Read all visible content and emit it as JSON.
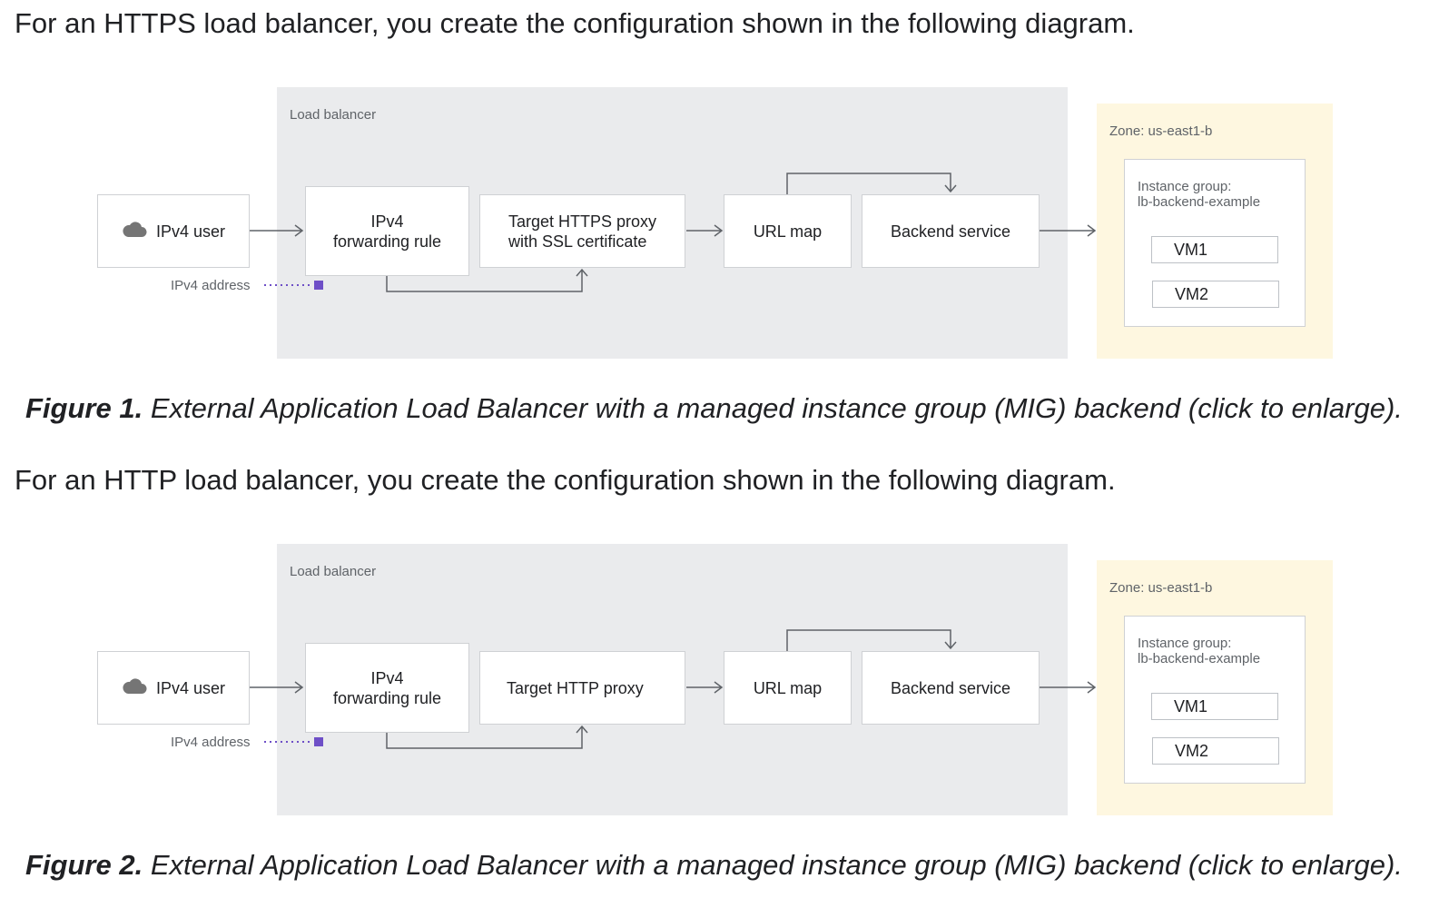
{
  "figures": [
    {
      "intro": "For an HTTPS load balancer, you create the configuration shown in the following diagram.",
      "load_balancer_label": "Load balancer",
      "zone_label": "Zone: us-east1-b",
      "user_label": "IPv4 user",
      "user_icon": "cloud-icon",
      "ip_address_label": "IPv4 address",
      "forwarding_rule_label": "IPv4\nforwarding rule",
      "proxy_label": "Target HTTPS proxy\nwith SSL certificate",
      "url_map_label": "URL map",
      "backend_service_label": "Backend service",
      "instance_group_label": "Instance group:\nlb-backend-example",
      "vms": [
        "VM1",
        "VM2"
      ],
      "caption_label": "Figure 1.",
      "caption_text": " External Application Load Balancer with a managed instance group (MIG) backend (click to enlarge)."
    },
    {
      "intro": "For an HTTP load balancer, you create the configuration shown in the following diagram.",
      "load_balancer_label": "Load balancer",
      "zone_label": "Zone: us-east1-b",
      "user_label": "IPv4 user",
      "user_icon": "cloud-icon",
      "ip_address_label": "IPv4 address",
      "forwarding_rule_label": "IPv4\nforwarding rule",
      "proxy_label": "Target HTTP proxy",
      "url_map_label": "URL map",
      "backend_service_label": "Backend service",
      "instance_group_label": "Instance group:\nlb-backend-example",
      "vms": [
        "VM1",
        "VM2"
      ],
      "caption_label": "Figure 2.",
      "caption_text": " External Application Load Balancer with a managed instance group (MIG) backend (click to enlarge)."
    }
  ],
  "colors": {
    "load_balancer_bg": "#eaebed",
    "zone_bg": "#fef7e0",
    "ip_address_marker": "#6e4fc7"
  }
}
